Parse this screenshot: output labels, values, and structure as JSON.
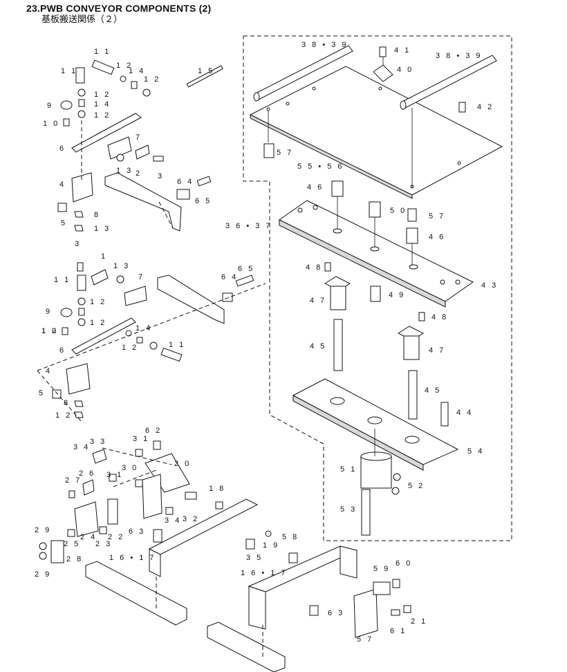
{
  "title": "23.PWB CONVEYOR COMPONENTS (2)",
  "subtitle": "基板搬送関係（２）",
  "callouts": [
    {
      "id": "c1",
      "text": "1 1"
    },
    {
      "id": "c2",
      "text": "1 1"
    },
    {
      "id": "c3",
      "text": "1 2"
    },
    {
      "id": "c4",
      "text": "1 4"
    },
    {
      "id": "c5",
      "text": "1 2"
    },
    {
      "id": "c6",
      "text": "1 2"
    },
    {
      "id": "c7",
      "text": "1 4"
    },
    {
      "id": "c8",
      "text": "1 2"
    },
    {
      "id": "c9",
      "text": "9"
    },
    {
      "id": "c10",
      "text": "1 0"
    },
    {
      "id": "c11",
      "text": "7"
    },
    {
      "id": "c12",
      "text": "6"
    },
    {
      "id": "c13",
      "text": "1 3"
    },
    {
      "id": "c14",
      "text": "2"
    },
    {
      "id": "c15",
      "text": "3"
    },
    {
      "id": "c16",
      "text": "4"
    },
    {
      "id": "c17",
      "text": "6 4"
    },
    {
      "id": "c18",
      "text": "6 5"
    },
    {
      "id": "c19",
      "text": "8"
    },
    {
      "id": "c20",
      "text": "5"
    },
    {
      "id": "c21",
      "text": "1 3"
    },
    {
      "id": "c22",
      "text": "1 5"
    },
    {
      "id": "c23",
      "text": "3"
    },
    {
      "id": "c24",
      "text": "1"
    },
    {
      "id": "c25",
      "text": "1 3"
    },
    {
      "id": "c26",
      "text": "7"
    },
    {
      "id": "c27",
      "text": "1 1"
    },
    {
      "id": "c28",
      "text": "1 2"
    },
    {
      "id": "c29",
      "text": "9"
    },
    {
      "id": "c30",
      "text": "1 2"
    },
    {
      "id": "c31",
      "text": "1 2"
    },
    {
      "id": "c32",
      "text": "1 0"
    },
    {
      "id": "c33",
      "text": "1 4"
    },
    {
      "id": "c34",
      "text": "6"
    },
    {
      "id": "c35",
      "text": "1 2"
    },
    {
      "id": "c36",
      "text": "1 1"
    },
    {
      "id": "c37",
      "text": "6 5"
    },
    {
      "id": "c38",
      "text": "6 4"
    },
    {
      "id": "c39",
      "text": "4"
    },
    {
      "id": "c40",
      "text": "5"
    },
    {
      "id": "c41",
      "text": "8"
    },
    {
      "id": "c42",
      "text": "1 2"
    },
    {
      "id": "c43",
      "text": "3 8 • 3 9"
    },
    {
      "id": "c44",
      "text": "4 1"
    },
    {
      "id": "c45",
      "text": "4 0"
    },
    {
      "id": "c46",
      "text": "3 8 • 3 9"
    },
    {
      "id": "c47",
      "text": "4 2"
    },
    {
      "id": "c48",
      "text": "5 7"
    },
    {
      "id": "c49",
      "text": "5 5 • 5 6"
    },
    {
      "id": "c50",
      "text": "4 6"
    },
    {
      "id": "c51",
      "text": "5 0"
    },
    {
      "id": "c52",
      "text": "5 7"
    },
    {
      "id": "c53",
      "text": "4 6"
    },
    {
      "id": "c54",
      "text": "3 6 • 3 7"
    },
    {
      "id": "c55",
      "text": "4 8"
    },
    {
      "id": "c56",
      "text": "4 3"
    },
    {
      "id": "c57",
      "text": "4 7"
    },
    {
      "id": "c58",
      "text": "4 9"
    },
    {
      "id": "c59",
      "text": "4 8"
    },
    {
      "id": "c60",
      "text": "4 5"
    },
    {
      "id": "c61",
      "text": "4 7"
    },
    {
      "id": "c62",
      "text": "4 5"
    },
    {
      "id": "c63",
      "text": "4 4"
    },
    {
      "id": "c64",
      "text": "5 4"
    },
    {
      "id": "c65",
      "text": "5 1"
    },
    {
      "id": "c66",
      "text": "5 2"
    },
    {
      "id": "c67",
      "text": "5 3"
    },
    {
      "id": "c68",
      "text": "6 2"
    },
    {
      "id": "c69",
      "text": "3 4"
    },
    {
      "id": "c70",
      "text": "3 3"
    },
    {
      "id": "c71",
      "text": "3 1"
    },
    {
      "id": "c72",
      "text": "2 0"
    },
    {
      "id": "c73",
      "text": "2 7"
    },
    {
      "id": "c74",
      "text": "2 6"
    },
    {
      "id": "c75",
      "text": "3 1"
    },
    {
      "id": "c76",
      "text": "3 0"
    },
    {
      "id": "c77",
      "text": "1 8"
    },
    {
      "id": "c78",
      "text": "3 4"
    },
    {
      "id": "c79",
      "text": "3 2"
    },
    {
      "id": "c80",
      "text": "2 9"
    },
    {
      "id": "c81",
      "text": "2 5"
    },
    {
      "id": "c82",
      "text": "2 4"
    },
    {
      "id": "c83",
      "text": "2 3"
    },
    {
      "id": "c84",
      "text": "2 2"
    },
    {
      "id": "c85",
      "text": "6 3"
    },
    {
      "id": "c86",
      "text": "2 8"
    },
    {
      "id": "c87",
      "text": "2 9"
    },
    {
      "id": "c88",
      "text": "1 6 • 1 7"
    },
    {
      "id": "c89",
      "text": "3 5"
    },
    {
      "id": "c90",
      "text": "1 9"
    },
    {
      "id": "c91",
      "text": "5 8"
    },
    {
      "id": "c92",
      "text": "1 6 • 1 7"
    },
    {
      "id": "c93",
      "text": "6 3"
    },
    {
      "id": "c94",
      "text": "5 9"
    },
    {
      "id": "c95",
      "text": "6 0"
    },
    {
      "id": "c96",
      "text": "2 1"
    },
    {
      "id": "c97",
      "text": "6 1"
    },
    {
      "id": "c98",
      "text": "5 7"
    }
  ]
}
